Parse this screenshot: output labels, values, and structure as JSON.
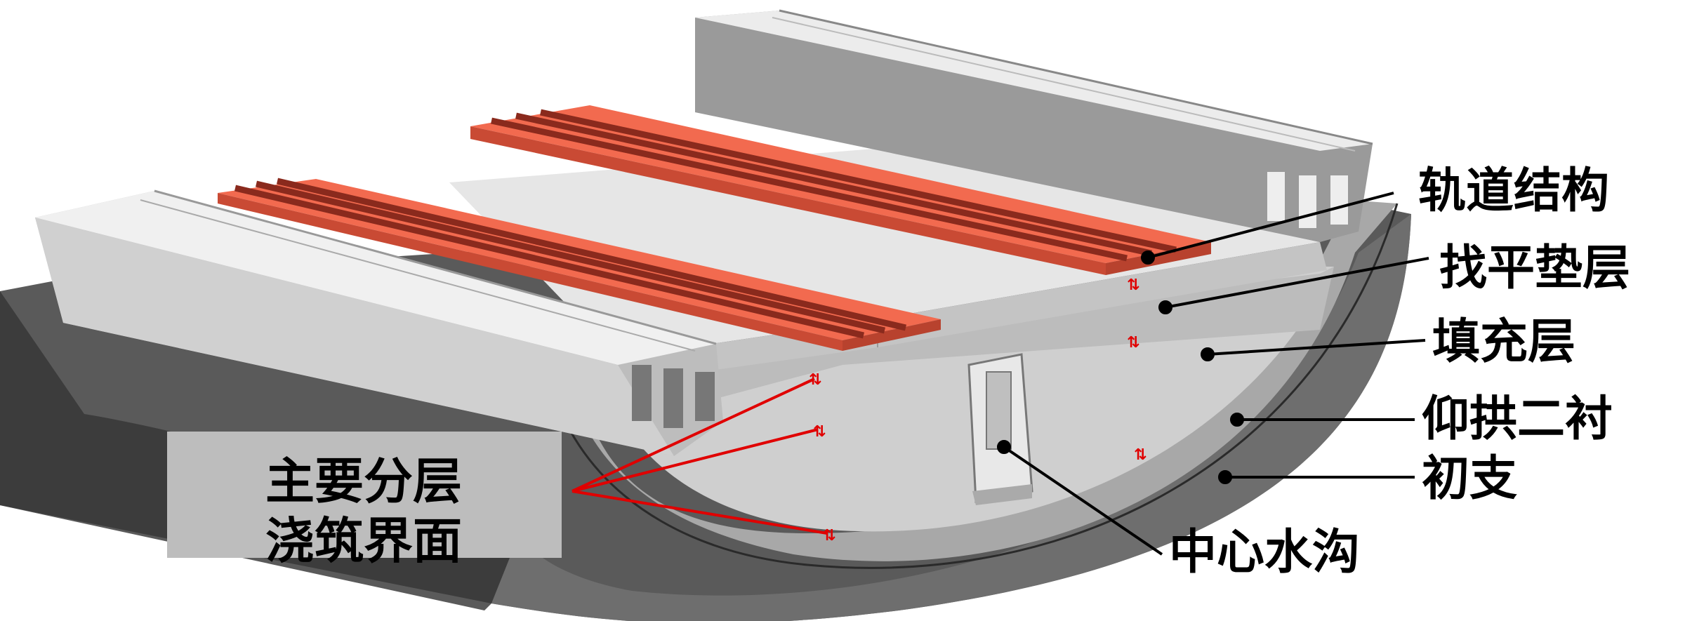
{
  "labels": {
    "track_structure": "轨道结构",
    "leveling_layer": "找平垫层",
    "filling_layer": "填充层",
    "invert_secondary_lining": "仰拱二衬",
    "primary_support": "初支",
    "central_drain": "中心水沟"
  },
  "callout": {
    "line1": "主要分层",
    "line2": "浇筑界面"
  },
  "colors": {
    "rail_slab": "#f26a4f",
    "rail_slab_dark": "#c94a34",
    "rail_groove": "#8a2a1d",
    "concrete_light": "#d9d9d9",
    "concrete_mid": "#bfbfbf",
    "concrete_dark": "#8c8c8c",
    "primary_support": "#5a5a5a",
    "interface_marker": "#e00000",
    "callout_box": "#bdbdbd"
  }
}
